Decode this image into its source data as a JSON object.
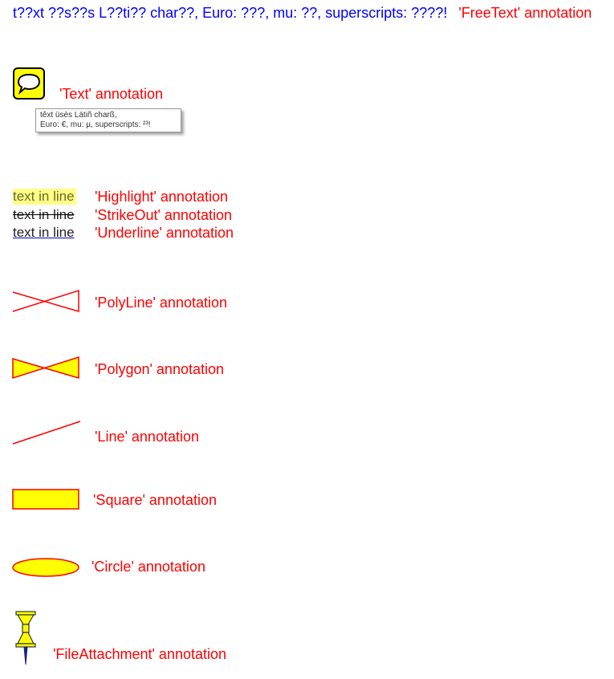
{
  "freetext": {
    "content": "t??xt ??s??s L??ti?? char??, Euro: ???, mu: ??, superscripts: ????!",
    "label": "'FreeText' annotation"
  },
  "text_annotation": {
    "icon": "speech-bubble-icon",
    "label": "'Text' annotation",
    "popup_line1": "têxt üsès Lätiñ charß,",
    "popup_line2": "Euro: €, mu: µ, superscripts: ²³!"
  },
  "markup": {
    "highlight_sample": "text in line",
    "highlight_label": "'Highlight' annotation",
    "strikeout_sample": "text in line",
    "strikeout_label": "'StrikeOut' annotation",
    "underline_sample": "text in line",
    "underline_label": "'Underline' annotation"
  },
  "shapes": {
    "polyline_label": "'PolyLine' annotation",
    "polygon_label": "'Polygon' annotation",
    "line_label": "'Line' annotation",
    "square_label": "'Square' annotation",
    "circle_label": "'Circle' annotation",
    "fileattachment_icon": "pushpin-icon",
    "fileattachment_label": "'FileAttachment' annotation"
  },
  "colors": {
    "annotation_stroke": "#ff0000",
    "annotation_fill": "#ffff00",
    "freetext_text": "#0000ff",
    "highlight": "#ffff88"
  }
}
